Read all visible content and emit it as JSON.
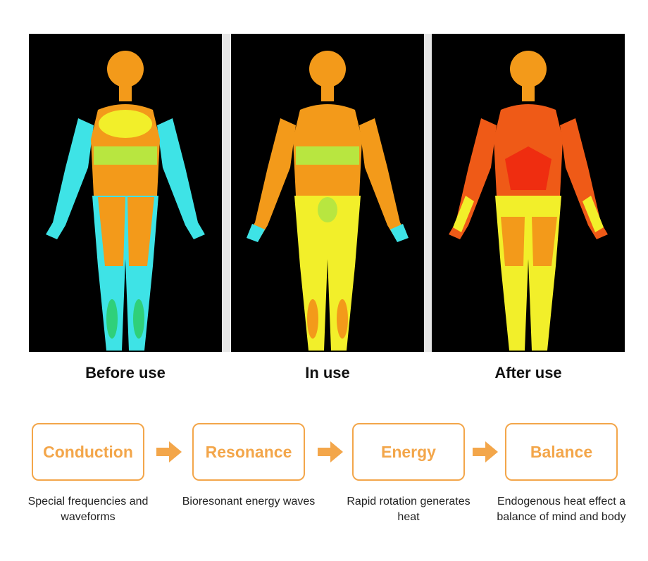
{
  "panels": [
    {
      "caption": "Before use"
    },
    {
      "caption": "In use"
    },
    {
      "caption": "After use"
    }
  ],
  "stages": [
    {
      "label": "Conduction",
      "description": "Special frequencies and waveforms"
    },
    {
      "label": "Resonance",
      "description": "Bioresonant energy waves"
    },
    {
      "label": "Energy",
      "description": "Rapid rotation generates heat"
    },
    {
      "label": "Balance",
      "description": "Endogenous heat effect a balance of mind and body"
    }
  ],
  "colors": {
    "accent": "#f3a64a",
    "cyan": "#3ee3e6",
    "yellow": "#f2ef2a",
    "lime": "#b8e640",
    "orange": "#f39a1a",
    "red_orange": "#ef5a17"
  },
  "icons": {
    "flow_arrow": "right-arrow-icon"
  }
}
